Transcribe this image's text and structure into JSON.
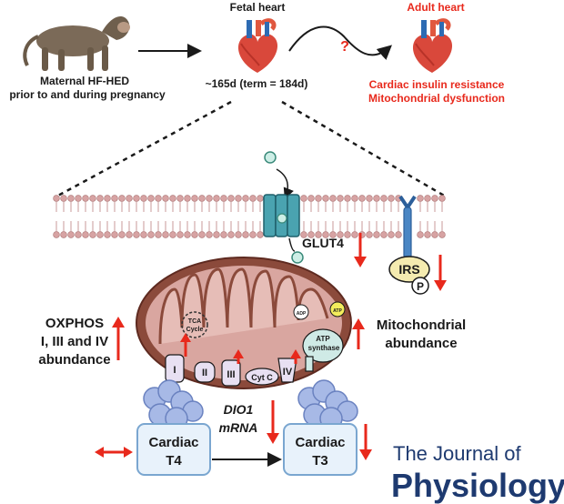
{
  "top": {
    "maternal_line1": "Maternal HF-HED",
    "maternal_line2": "prior to and during pregnancy",
    "fetal_title": "Fetal heart",
    "fetal_age": "~165d (term = 184d)",
    "question": "?",
    "adult_title": "Adult heart",
    "adult_line1": "Cardiac insulin resistance",
    "adult_line2": "Mitochondrial dysfunction"
  },
  "membrane": {
    "glut4": "GLUT4",
    "irs": "IRS",
    "phospho": "P"
  },
  "mito": {
    "tca_line1": "TCA",
    "tca_line2": "Cycle",
    "complex_1": "I",
    "complex_2": "II",
    "complex_3": "III",
    "cytc": "Cyt C",
    "complex_4": "IV",
    "adp": "ADP",
    "atp": "ATP",
    "atp_synthase_line1": "ATP",
    "atp_synthase_line2": "synthase"
  },
  "side": {
    "oxphos_line1": "OXPHOS",
    "oxphos_line2": "I, III and IV",
    "oxphos_line3": "abundance",
    "mito_line1": "Mitochondrial",
    "mito_line2": "abundance"
  },
  "bottom": {
    "dio1_line1": "DIO1",
    "dio1_line2": "mRNA",
    "t4_line1": "Cardiac",
    "t4_line2": "T4",
    "t3_line1": "Cardiac",
    "t3_line2": "T3"
  },
  "journal": {
    "line1": "The Journal of",
    "line2": "Physiology"
  },
  "colors": {
    "red": "#e8291c",
    "membrane": "#d7a3a3",
    "mito_outer": "#8b4a3b",
    "mito_inner": "#d9a6a0",
    "protein_blue": "#7a93cf",
    "journal_blue": "#1e3a70"
  }
}
